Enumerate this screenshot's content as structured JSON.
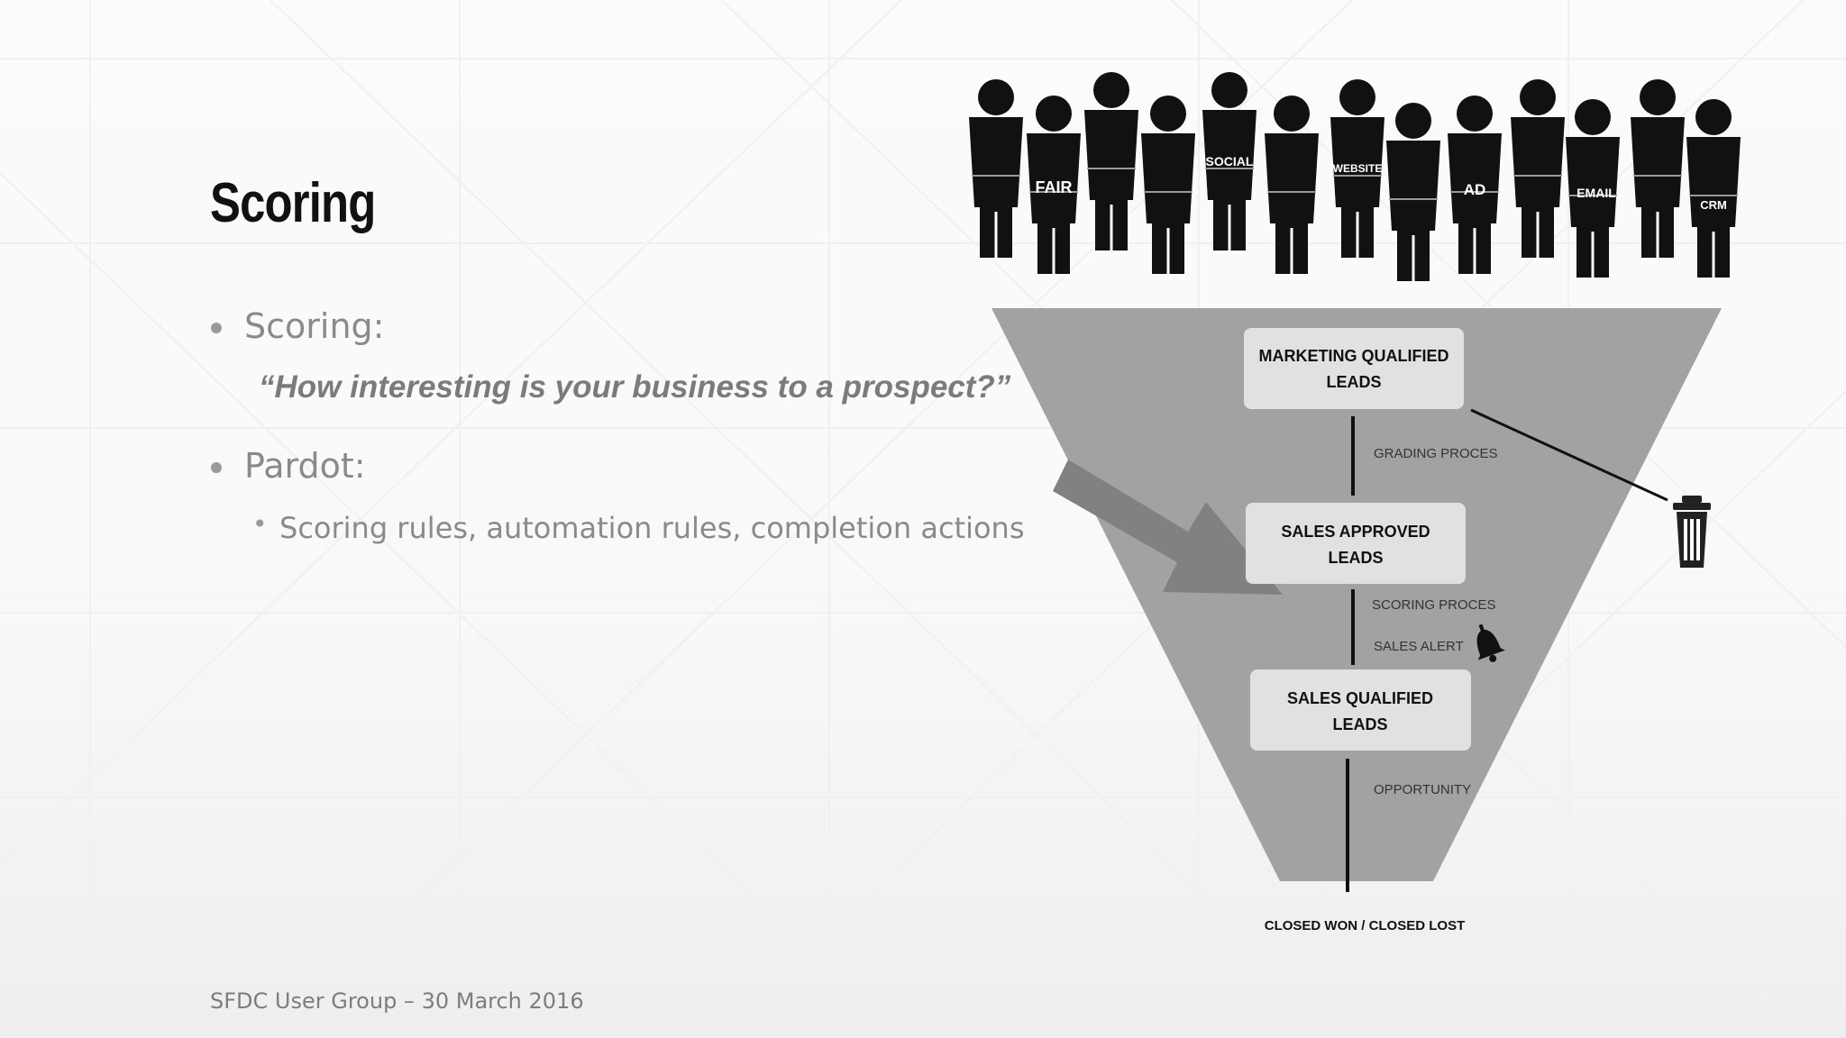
{
  "slide": {
    "title": "Scoring",
    "bullets": [
      {
        "label": "Scoring:",
        "quote": "“How interesting is your business to a prospect?”"
      },
      {
        "label": "Pardot:",
        "sub": "Scoring rules, automation rules, completion actions"
      }
    ],
    "footer": "SFDC User Group – 30 March 2016"
  },
  "diagram": {
    "sources": [
      "FAIR",
      "SOCIAL",
      "WEBSITE",
      "AD",
      "EMAIL",
      "CRM"
    ],
    "stages": [
      "MARKETING QUALIFIED",
      "LEADS",
      "SALES APPROVED",
      "LEADS",
      "SALES QUALIFIED",
      "LEADS"
    ],
    "connectors": [
      "GRADING PROCES",
      "SCORING PROCES",
      "SALES ALERT",
      "OPPORTUNITY"
    ],
    "outcome": "CLOSED WON / CLOSED LOST",
    "icons": [
      "person-icon",
      "trash-icon",
      "bell-icon",
      "arrow-icon"
    ]
  }
}
